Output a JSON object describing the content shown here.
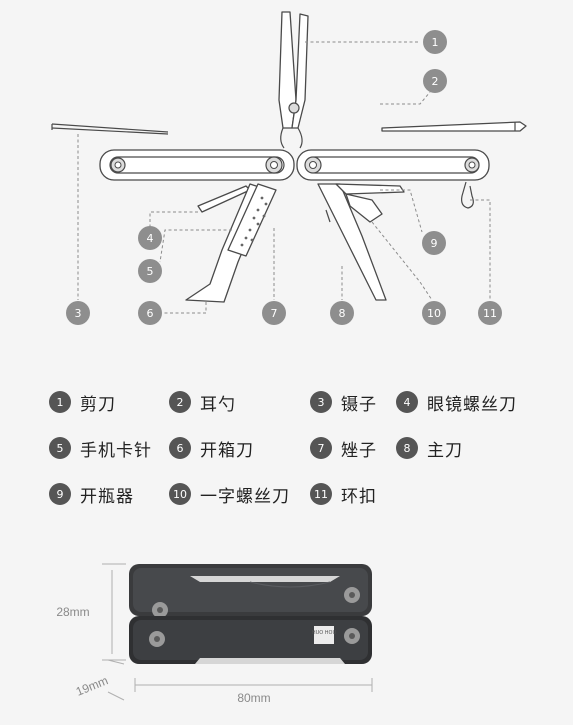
{
  "callouts": [
    "1",
    "2",
    "3",
    "4",
    "5",
    "6",
    "7",
    "8",
    "9",
    "10",
    "11"
  ],
  "legend": [
    {
      "num": "1",
      "label": "剪刀"
    },
    {
      "num": "2",
      "label": "耳勺"
    },
    {
      "num": "3",
      "label": "镊子"
    },
    {
      "num": "4",
      "label": "眼镜螺丝刀"
    },
    {
      "num": "5",
      "label": "手机卡针"
    },
    {
      "num": "6",
      "label": "开箱刀"
    },
    {
      "num": "7",
      "label": "矬子"
    },
    {
      "num": "8",
      "label": "主刀"
    },
    {
      "num": "9",
      "label": "开瓶器"
    },
    {
      "num": "10",
      "label": "一字螺丝刀"
    },
    {
      "num": "11",
      "label": "环扣"
    }
  ],
  "dimensions": {
    "height": "28mm",
    "depth": "19mm",
    "width": "80mm"
  },
  "product": {
    "logo_text": "HUO HOU"
  },
  "colors": {
    "badge_light": "#8e8e8e",
    "badge_dark": "#555555",
    "body_dark": "#3a3b3d",
    "line": "#8c8c8c"
  }
}
